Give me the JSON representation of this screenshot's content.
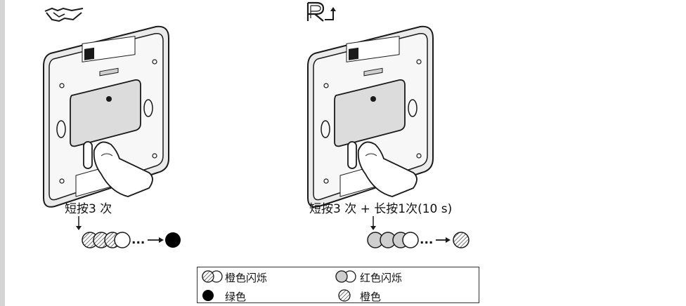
{
  "left_panel": {
    "icon": "handshake-pair-icon",
    "caption": "短按3 次"
  },
  "right_panel": {
    "icon": "reset-R-arrow-icon",
    "caption": "短按3 次 + 长按1次(10 s)"
  },
  "led_sequence": {
    "ellipsis": "..."
  },
  "legend": {
    "orange_blink": "橙色闪烁",
    "red_blink": "红色闪烁",
    "green": "绿色",
    "orange": "橙色"
  },
  "colors": {
    "stroke": "#1a1a1a",
    "device_face": "#dcdcdc",
    "device_inner": "#cfcfcf",
    "red_led": "#cfcfcf",
    "divider": "#d4d4d4"
  }
}
